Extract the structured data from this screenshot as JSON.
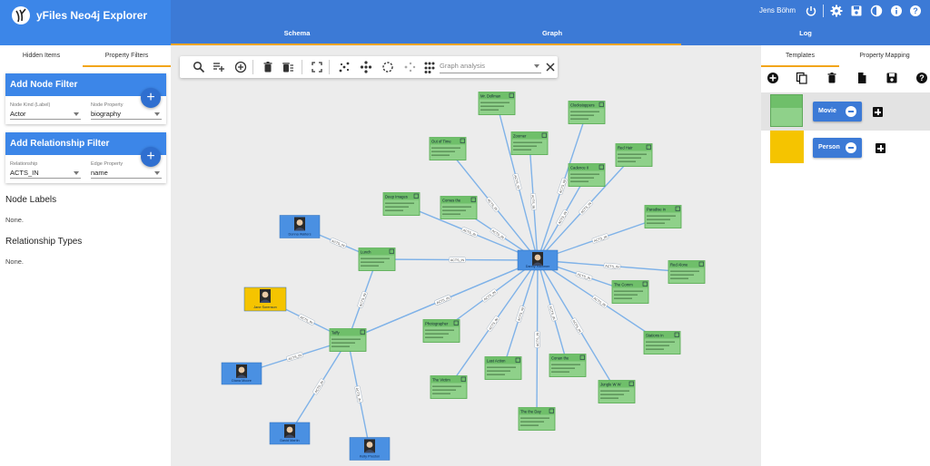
{
  "header": {
    "title": "yFiles Neo4j Explorer",
    "user": "Jens Böhm",
    "tabs": [
      {
        "label": "Schema",
        "active": false
      },
      {
        "label": "Graph",
        "active": true
      },
      {
        "label": "Log",
        "active": false
      }
    ],
    "icons": [
      "power-icon",
      "gear-icon",
      "save-icon",
      "contrast-icon",
      "info-icon",
      "help-icon"
    ]
  },
  "left_panel": {
    "tabs": [
      {
        "label": "Hidden Items",
        "active": false
      },
      {
        "label": "Property Filters",
        "active": true
      }
    ],
    "node_filter": {
      "title": "Add Node Filter",
      "kind_label": "Node Kind (Label)",
      "kind_value": "Actor",
      "property_label": "Node Property",
      "property_value": "biography"
    },
    "relationship_filter": {
      "title": "Add Relationship Filter",
      "rel_label": "Relationship",
      "rel_value": "ACTS_IN",
      "property_label": "Edge Property",
      "property_value": "name"
    },
    "node_labels": {
      "title": "Node Labels",
      "value": "None."
    },
    "relationship_types": {
      "title": "Relationship Types",
      "value": "None."
    }
  },
  "toolbar": {
    "icons": [
      "search-icon",
      "add-list-icon",
      "add-circle-icon",
      "delete-icon",
      "delete-all-icon",
      "fit-content-icon",
      "organic-layout-icon",
      "hierarchic-layout-icon",
      "circular-layout-icon",
      "tree-layout-icon",
      "grid-layout-icon"
    ],
    "analysis_placeholder": "Graph analysis",
    "clear_icon": "close-icon"
  },
  "right_panel": {
    "tabs": [
      {
        "label": "Templates",
        "active": true
      },
      {
        "label": "Property Mapping",
        "active": false
      }
    ],
    "icons": [
      "add-circle-icon",
      "copy-icon",
      "delete-icon",
      "file-icon",
      "save-icon",
      "help-icon"
    ],
    "templates": [
      {
        "label": "Movie",
        "swatch": "#8fd18a",
        "selected": true
      },
      {
        "label": "Person",
        "swatch": "#f5c400",
        "selected": false
      }
    ]
  },
  "graph": {
    "colors": {
      "movie": "#8fd18a",
      "movie_border": "#4fa84a",
      "person": "#4a90e2",
      "person_highlight": "#f5c400",
      "edge": "#7fb2e8"
    },
    "movies": [
      {
        "title": "Mr. Dollman"
      },
      {
        "title": "Clockstoppers"
      },
      {
        "title": "Zoomer"
      },
      {
        "title": "Out of Time"
      },
      {
        "title": "Red Hair"
      },
      {
        "title": "Cadence II"
      },
      {
        "title": "Deep Images"
      },
      {
        "title": "Comes the"
      },
      {
        "title": "Paradise in"
      },
      {
        "title": "Lunch"
      },
      {
        "title": "Red Alone"
      },
      {
        "title": "The Comm"
      },
      {
        "title": "Taffy"
      },
      {
        "title": "Stations in"
      },
      {
        "title": "Photographer"
      },
      {
        "title": "Last Action"
      },
      {
        "title": "Conan the"
      },
      {
        "title": "The Victim"
      },
      {
        "title": "Jungle W W"
      },
      {
        "title": "The the Day"
      }
    ],
    "people": [
      {
        "name": "Donna Walters"
      },
      {
        "name": "Jane Sorenson"
      },
      {
        "name": "Diana Moore"
      },
      {
        "name": "David Martin"
      },
      {
        "name": "Kelly Preston"
      },
      {
        "name": "Danny Hammer"
      }
    ],
    "edge_label": "ACTS_IN"
  }
}
